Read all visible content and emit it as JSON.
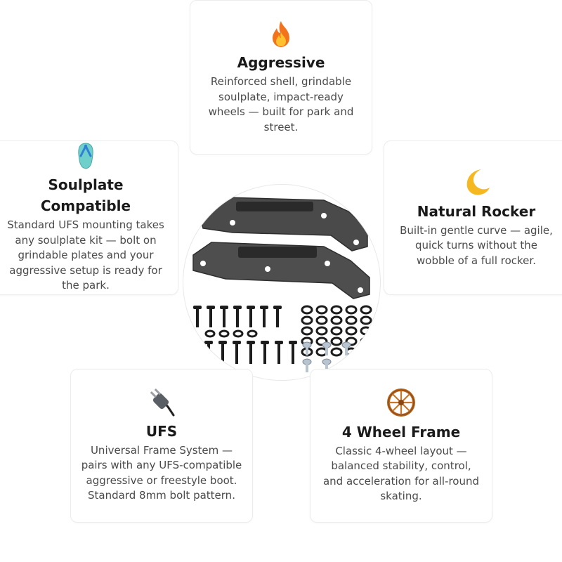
{
  "features": {
    "aggressive": {
      "icon": "fire-icon",
      "title": "Aggressive",
      "description": "Reinforced shell, grindable soulplate, impact-ready wheels — built for park and street."
    },
    "soulplate": {
      "icon": "flip-flop-icon",
      "title": "Soulplate Compatible",
      "description": "Standard UFS mounting takes any soulplate kit — bolt on grindable plates and your aggressive setup is ready for the park."
    },
    "rocker": {
      "icon": "crescent-moon-icon",
      "title": "Natural Rocker",
      "description": "Built-in gentle curve — agile, quick turns without the wobble of a full rocker."
    },
    "ufs": {
      "icon": "electric-plug-icon",
      "title": "UFS",
      "description": "Universal Frame System — pairs with any UFS-compatible aggressive or freestyle boot. Standard 8mm bolt pattern."
    },
    "wheel": {
      "icon": "wagon-wheel-icon",
      "title": "4 Wheel Frame",
      "description": "Classic 4-wheel layout — balanced stability, control, and acceleration for all-round skating."
    }
  },
  "colors": {
    "frame": "#4a4a4a",
    "hardware": "#1c1c1c",
    "screw_silver": "#b8c4d0"
  }
}
